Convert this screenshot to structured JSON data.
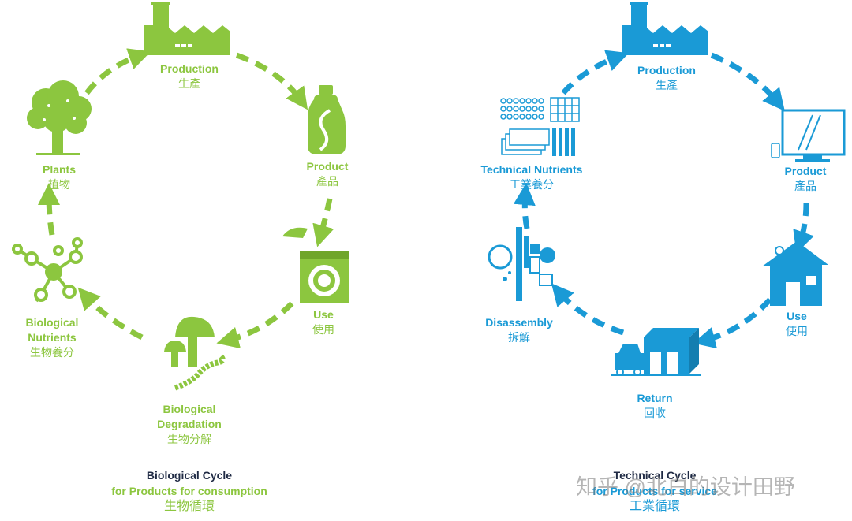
{
  "colors": {
    "bio": "#8cc63f",
    "tech": "#1a9ad6",
    "dark": "#1f2a44"
  },
  "biological": {
    "production": {
      "en": "Production",
      "zh": "生產"
    },
    "product": {
      "en": "Product",
      "zh": "產品"
    },
    "use": {
      "en": "Use",
      "zh": "使用"
    },
    "degradation": {
      "en1": "Biological",
      "en2": "Degradation",
      "zh": "生物分解"
    },
    "nutrients": {
      "en1": "Biological",
      "en2": "Nutrients",
      "zh": "生物養分"
    },
    "plants": {
      "en": "Plants",
      "zh": "植物"
    },
    "title": {
      "main": "Biological Cycle",
      "sub": "for Products for consumption",
      "zh": "生物循環"
    }
  },
  "technical": {
    "production": {
      "en": "Production",
      "zh": "生產"
    },
    "product": {
      "en": "Product",
      "zh": "產品"
    },
    "use": {
      "en": "Use",
      "zh": "使用"
    },
    "return": {
      "en": "Return",
      "zh": "回收"
    },
    "disassembly": {
      "en": "Disassembly",
      "zh": "拆解"
    },
    "nutrients": {
      "en": "Technical Nutrients",
      "zh": "工業養分"
    },
    "title": {
      "main": "Technical Cycle",
      "sub": "for Products for service",
      "zh": "工業循環"
    }
  },
  "watermark": "知乎 @北白的设计田野"
}
